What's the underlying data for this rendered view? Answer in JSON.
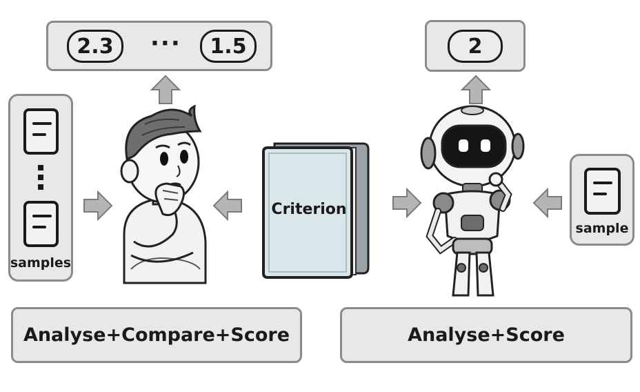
{
  "human_output": {
    "scores": [
      "2.3",
      "1.5"
    ],
    "ellipsis": "···"
  },
  "robot_output": {
    "score": "2"
  },
  "left_input": {
    "label": "samples"
  },
  "right_input": {
    "label": "sample"
  },
  "book": {
    "title": "Criterion"
  },
  "captions": {
    "human": "Analyse+Compare+Score",
    "robot": "Analyse+Score"
  },
  "icons": {
    "human": "thinking-person-icon",
    "robot": "thinking-robot-icon",
    "book": "book-icon",
    "document": "document-icon",
    "arrow": "arrow-icon"
  },
  "colors": {
    "box_fill": "#e8e8e8",
    "box_border": "#8a8a8a",
    "arrow_fill": "#b5b5b5",
    "book_cover": "#d9e7ea",
    "ink": "#1a1a1a"
  }
}
